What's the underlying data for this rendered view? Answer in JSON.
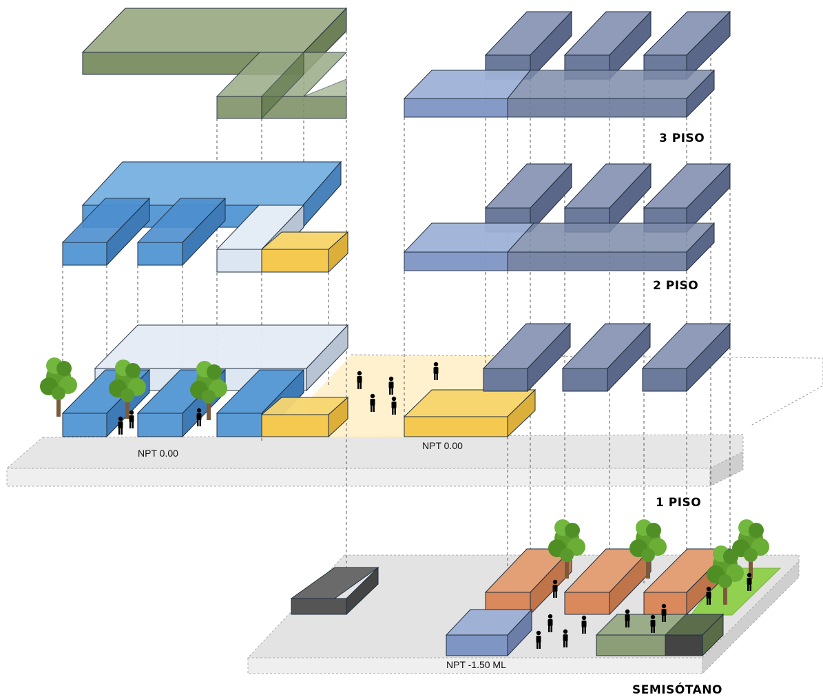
{
  "floors": {
    "third": "3 PISO",
    "second": "2 PISO",
    "first": "1 PISO",
    "basement": "SEMISÓTANO"
  },
  "levels": {
    "npt_left": "NPT 0.00",
    "npt_center": "NPT 0.00",
    "npt_basement": "NPT -1.50 ML"
  },
  "colors": {
    "green_volume": "#8c9e78",
    "blue_volume": "#5b9bd5",
    "navy_volume": "#6c7a9c",
    "yellow_volume": "#f5c84f",
    "pale_volume": "#dce6f2",
    "orange_volume": "#d9895b",
    "dark_volume": "#555555",
    "platform": "#e6e6e6",
    "grass": "#92d050",
    "plaza": "#fff0c8"
  }
}
